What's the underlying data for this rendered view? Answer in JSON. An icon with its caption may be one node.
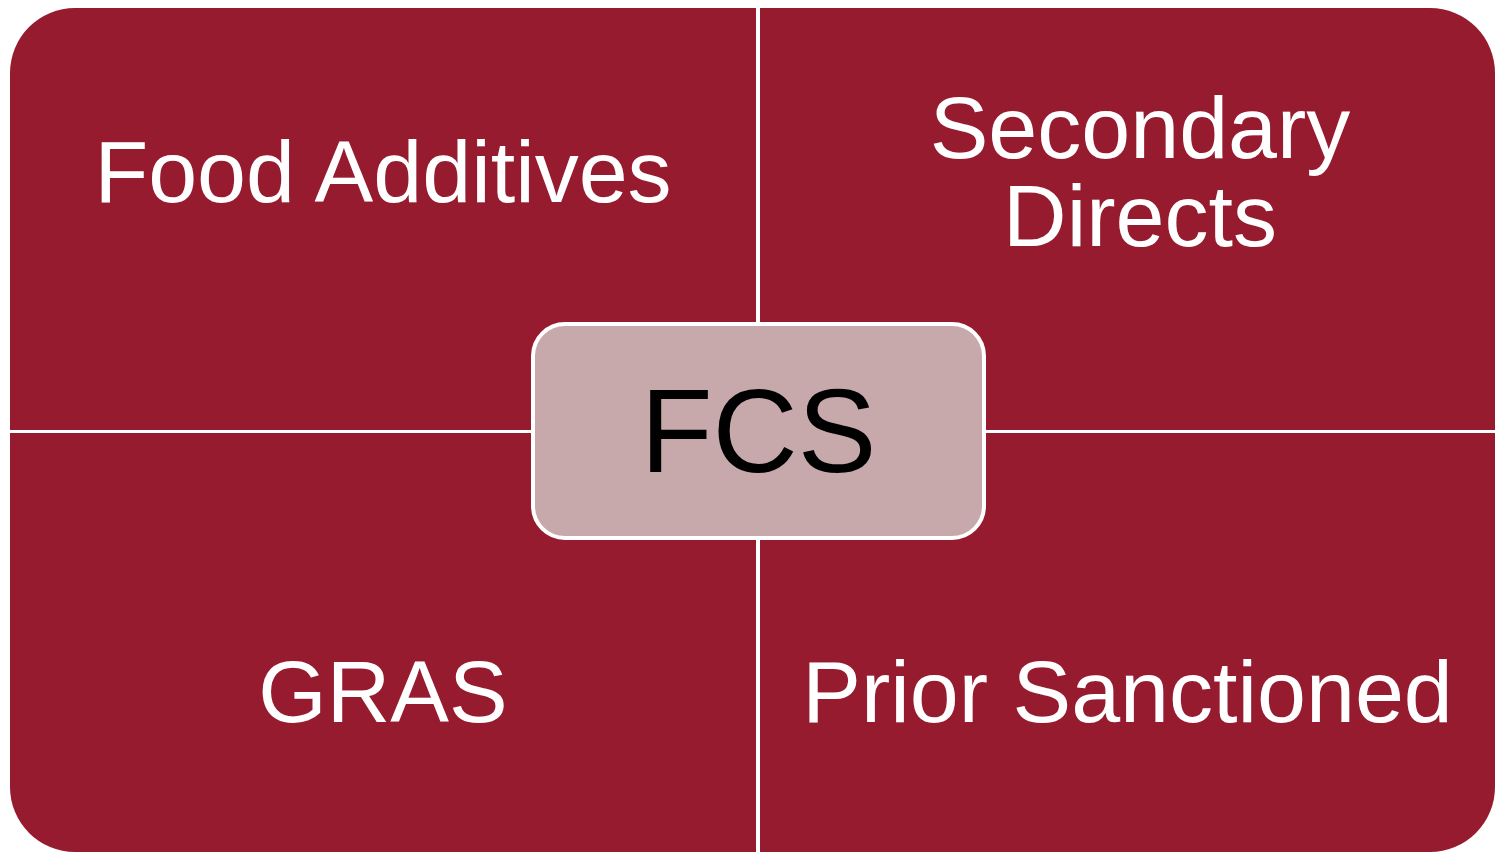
{
  "diagram": {
    "nodes": [
      {
        "text": [
          "Food Additives"
        ]
      },
      {
        "text": [
          "Secondary Directs"
        ]
      },
      {
        "text": [
          "FCS"
        ]
      },
      {
        "text": [
          "GRAS"
        ]
      },
      {
        "text": [
          "Prior Sanctioned"
        ]
      }
    ]
  }
}
